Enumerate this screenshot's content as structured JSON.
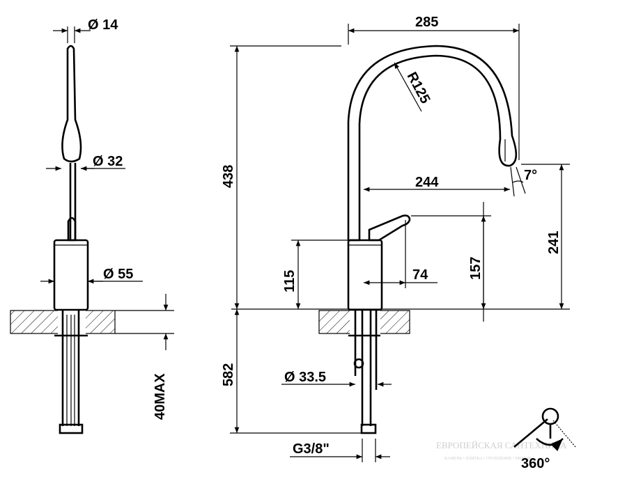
{
  "dimensions": {
    "d14": "Ø 14",
    "d32": "Ø 32",
    "d55": "Ø 55",
    "max40": "40MAX",
    "h438": "438",
    "h582": "582",
    "h115": "115",
    "w285": "285",
    "r125": "R125",
    "w244": "244",
    "ang7": "7°",
    "h241": "241",
    "h157": "157",
    "w74": "74",
    "d33_5": "Ø 33.5",
    "thread": "G3/8\""
  },
  "rotation": {
    "label": "360°"
  },
  "watermark": {
    "main": "ЕВРОПЕЙСКАЯ САНТЕХНИКА",
    "sub": "КАМЕНЬ • ПЛИТКА • ОТОПЛЕНИЕ • МЕБЕЛЬ"
  }
}
